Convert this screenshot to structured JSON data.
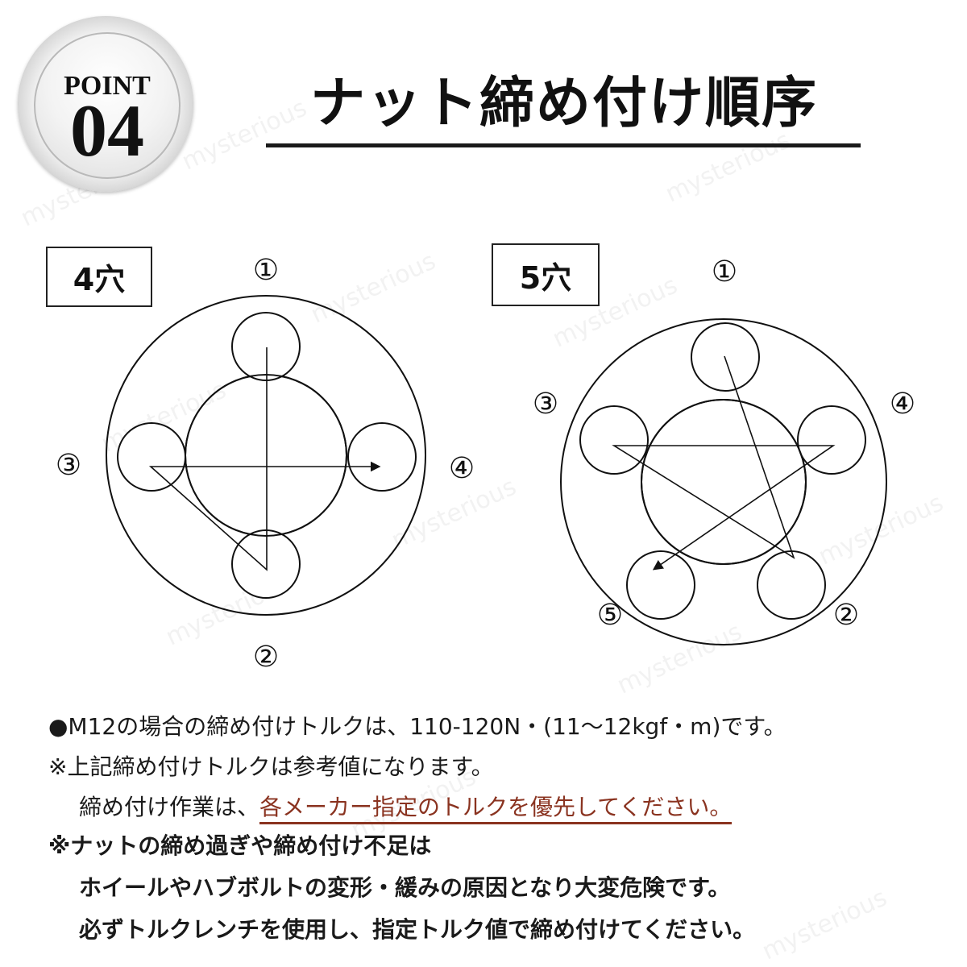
{
  "badge": {
    "label": "POINT",
    "number": "04"
  },
  "header": {
    "title": "ナット締め付け順序"
  },
  "diagram_4": {
    "box_label": "4穴",
    "labels": {
      "n1": "①",
      "n2": "②",
      "n3": "③",
      "n4": "④"
    },
    "sequence": [
      "①",
      "②",
      "③",
      "④"
    ]
  },
  "diagram_5": {
    "box_label": "5穴",
    "labels": {
      "n1": "①",
      "n2": "②",
      "n3": "③",
      "n4": "④",
      "n5": "⑤"
    },
    "sequence": [
      "①",
      "②",
      "③",
      "④",
      "⑤"
    ]
  },
  "notes": {
    "line1": "●M12の場合の締め付けトルクは、110-120N・(11〜12kgf・m)です。",
    "line2": "※上記締め付けトルクは参考値になります。",
    "line3_prefix": "締め付け作業は、",
    "line3_highlight": "各メーカー指定のトルクを優先してください。",
    "line4": "※ナットの締め過ぎや締め付け不足は",
    "line5": "ホイールやハブボルトの変形・緩みの原因となり大変危険です。",
    "line6": "必ずトルクレンチを使用し、指定トルク値で締め付けてください。"
  },
  "watermark": "mysterious",
  "colors": {
    "highlight": "#8a3320",
    "text": "#111111"
  }
}
